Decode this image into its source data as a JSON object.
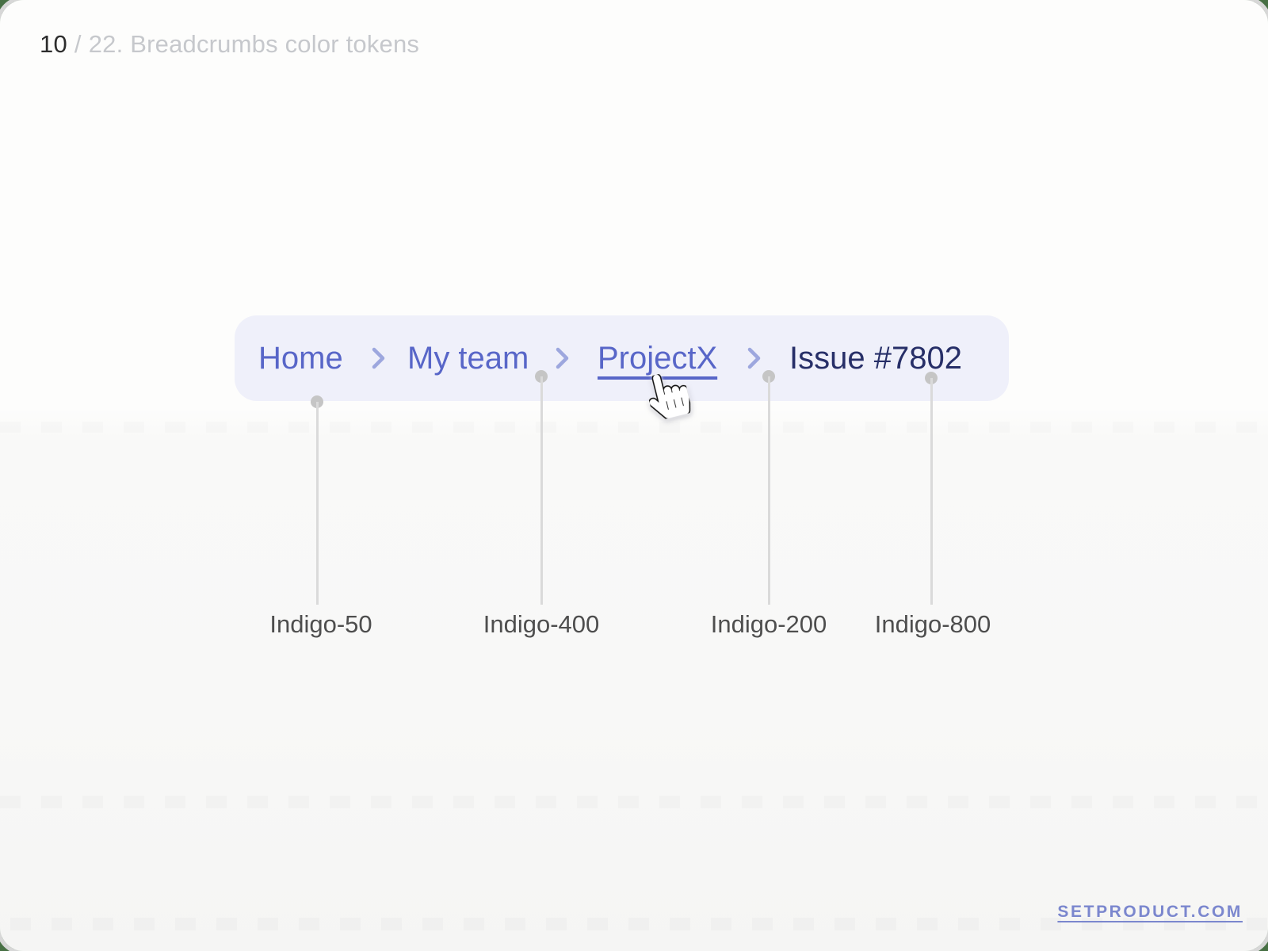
{
  "header": {
    "page_number": "10",
    "divider": "/",
    "title": "22. Breadcrumbs color tokens"
  },
  "breadcrumb": {
    "container_token": "Indigo-50",
    "separator_token": "Indigo-200",
    "items": [
      {
        "label": "Home",
        "token": "Indigo-400",
        "state": "link"
      },
      {
        "label": "My team",
        "token": "Indigo-400",
        "state": "link"
      },
      {
        "label": "ProjectX",
        "token": "Indigo-400",
        "state": "hovered"
      },
      {
        "label": "Issue #7802",
        "token": "Indigo-800",
        "state": "current"
      }
    ]
  },
  "annotations": {
    "labels": [
      "Indigo-50",
      "Indigo-400",
      "Indigo-200",
      "Indigo-800"
    ]
  },
  "footer": {
    "link_label": "SETPRODUCT.COM"
  },
  "colors": {
    "indigo_50": "#EFF0FA",
    "indigo_200": "#9DA7DE",
    "indigo_400": "#5866C8",
    "indigo_800": "#272F68",
    "footer_link": "#7B87CE",
    "frame_green_light": "#CFE7CD",
    "frame_green_dark": "#477044",
    "frame_gray": "#D7D7D7"
  }
}
